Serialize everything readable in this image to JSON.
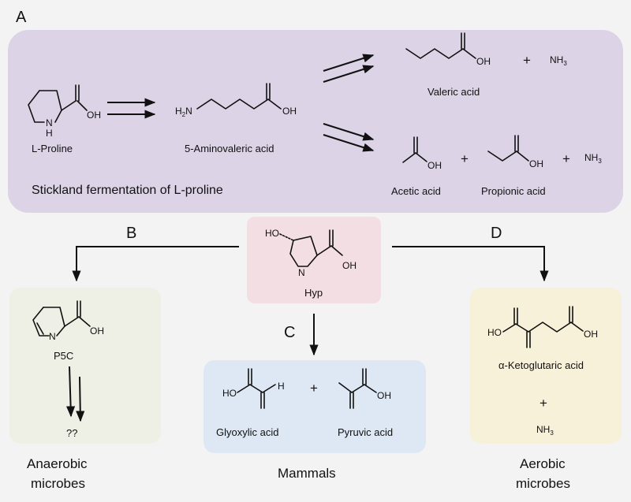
{
  "panel_labels": {
    "a": "A",
    "b": "B",
    "c": "C",
    "d": "D"
  },
  "stickland": {
    "title": "Stickland fermentation of L-proline",
    "l_proline": "L-Proline",
    "aminovaleric": "5-Aminovaleric acid",
    "valeric": "Valeric acid",
    "acetic": "Acetic acid",
    "propionic": "Propionic acid",
    "nh3": "NH",
    "nh3_sub": "3",
    "plus": "+"
  },
  "hyp": {
    "label": "Hyp"
  },
  "anaerobic": {
    "p5c": "P5C",
    "unknown": "??",
    "caption_line1": "Anaerobic",
    "caption_line2": "microbes"
  },
  "mammals": {
    "glyoxylic": "Glyoxylic acid",
    "pyruvic": "Pyruvic acid",
    "plus": "+",
    "caption": "Mammals"
  },
  "aerobic": {
    "akg": "α-Ketoglutaric acid",
    "plus": "+",
    "nh3": "NH",
    "nh3_sub": "3",
    "caption_line1": "Aerobic",
    "caption_line2": "microbes"
  },
  "atoms": {
    "oh": "OH",
    "ho": "HO",
    "h2n": "H",
    "h2n_sub": "2",
    "n_letter": "N",
    "nh": "N",
    "h": "H",
    "o": "O"
  },
  "colors": {
    "stickland_box": "#dcd3e6",
    "hyp_box": "#f3dee3",
    "anaerobic_box": "#eef0e6",
    "mammals_box": "#dde8f4",
    "aerobic_box": "#f7f1da"
  }
}
